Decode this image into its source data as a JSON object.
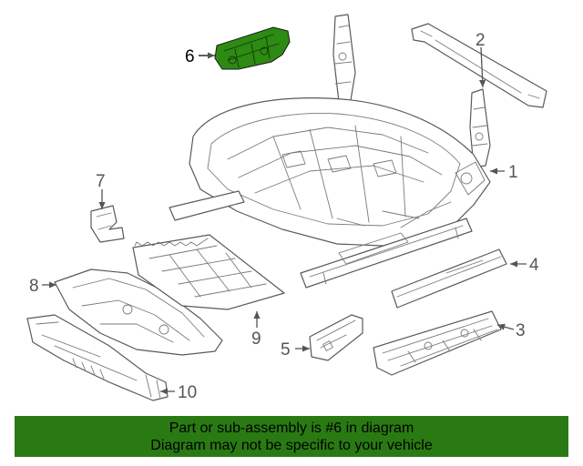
{
  "colors": {
    "highlight_part": "#2d8a12",
    "banner_background": "#2a7a14",
    "line": "#5a5a5a"
  },
  "callouts": {
    "c1": "1",
    "c2": "2",
    "c3": "3",
    "c4": "4",
    "c5": "5",
    "c6": "6",
    "c7": "7",
    "c8": "8",
    "c9": "9",
    "c10": "10"
  },
  "banner": {
    "line1": "Part or sub-assembly is #6 in diagram",
    "line2": "Diagram may not be specific to your vehicle"
  }
}
